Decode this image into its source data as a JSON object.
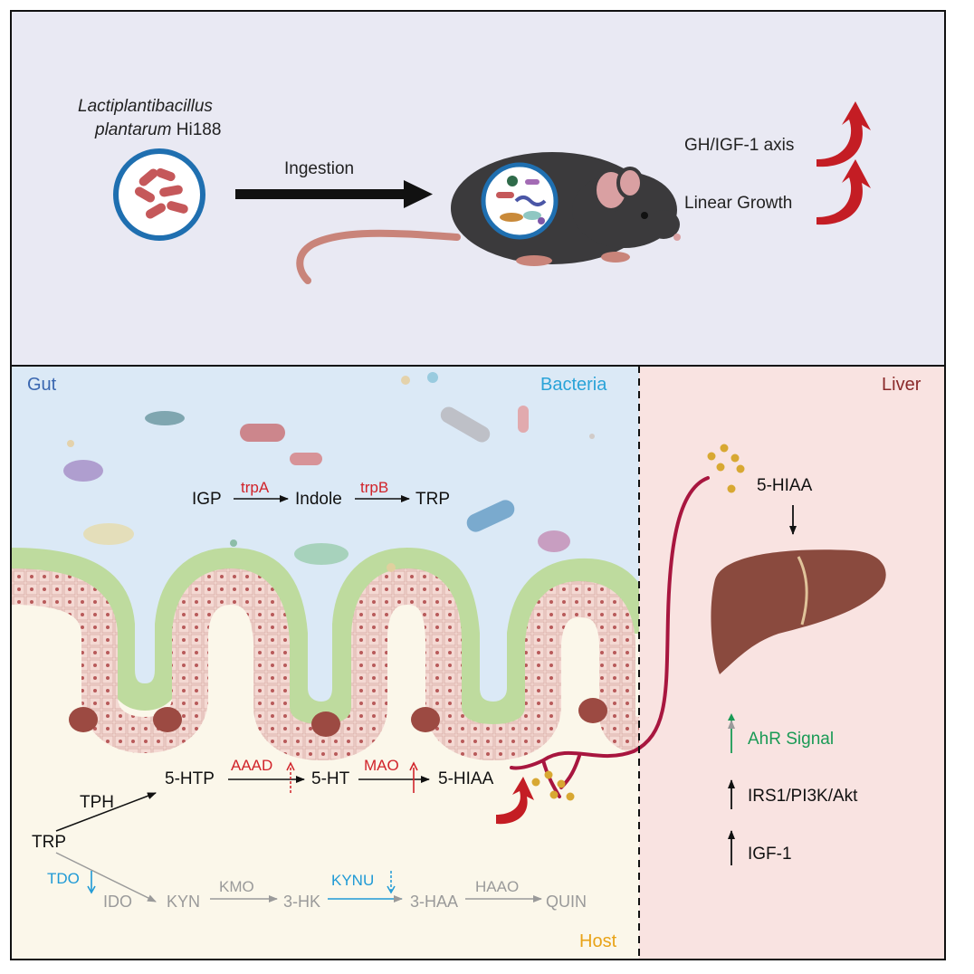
{
  "top": {
    "organism_line1": "Lactiplantibacillus",
    "organism_line2_italic": "plantarum",
    "organism_line2_strain": "Hi188",
    "arrow_label": "Ingestion",
    "outcome_1": "GH/IGF-1 axis",
    "outcome_2": "Linear Growth"
  },
  "gut": {
    "region_label": "Gut",
    "bacteria_label": "Bacteria",
    "host_label": "Host",
    "bacterial_pathway": {
      "substrate": "IGP",
      "enzyme_1": "trpA",
      "intermediate": "Indole",
      "enzyme_2": "trpB",
      "product": "TRP"
    },
    "host_pathway": {
      "start": "TRP",
      "tph": "TPH",
      "htp": "5-HTP",
      "aaad": "AAAD",
      "ht": "5-HT",
      "mao": "MAO",
      "hiaa": "5-HIAA",
      "tdo": "TDO",
      "ido": "IDO",
      "kyn": "KYN",
      "kmo": "KMO",
      "hk": "3-HK",
      "kynu": "KYNU",
      "haa": "3-HAA",
      "haao": "HAAO",
      "quin": "QUIN"
    }
  },
  "liver": {
    "region_label": "Liver",
    "metabolite": "5-HIAA",
    "signal_1": "AhR Signal",
    "signal_2": "IRS1/PI3K/Akt",
    "signal_3": "IGF-1"
  },
  "colors": {
    "top_bg": "#e9e9f3",
    "gut_lumen": "#dbe9f6",
    "host_bg": "#fbf7ea",
    "liver_bg": "#f9e3e1",
    "red": "#d1232a",
    "blue": "#1f9ad6",
    "green": "#1a9a55",
    "gray": "#9a9a9a",
    "gut_label": "#3a67b0",
    "bacteria_label": "#2aa3d8",
    "host_label": "#e8a317",
    "liver_label": "#8a2a2a"
  }
}
